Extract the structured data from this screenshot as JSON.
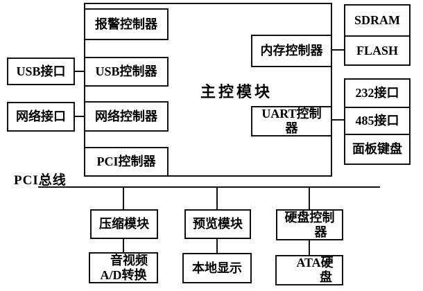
{
  "colors": {
    "line": "#111111",
    "background": "#ffffff",
    "text": "#000000"
  },
  "main_module": {
    "label": "主控模块"
  },
  "ports_left": {
    "usb": "USB接口",
    "network": "网络接口"
  },
  "controllers": {
    "alarm": "报警控制器",
    "usb": "USB控制器",
    "network": "网络控制器",
    "pci": "PCI控制器",
    "memory": "内存控制器",
    "uart": [
      "UART控制",
      "器"
    ]
  },
  "memory_devices": {
    "sdram": "SDRAM",
    "flash": "FLASH"
  },
  "io_ports": {
    "rs232": "232接口",
    "rs485": "485接口",
    "panel_keyboard": "面板键盘"
  },
  "bus": {
    "label": "PCI总线"
  },
  "peripherals": {
    "compression": "压缩模块",
    "preview": "预览模块",
    "hdd_controller": [
      "硬盘控制",
      "器"
    ],
    "av_ad_converter": [
      "音视频",
      "A/D转换"
    ],
    "local_display": "本地显示",
    "ata_hdd": [
      "ATA硬",
      "盘"
    ]
  }
}
